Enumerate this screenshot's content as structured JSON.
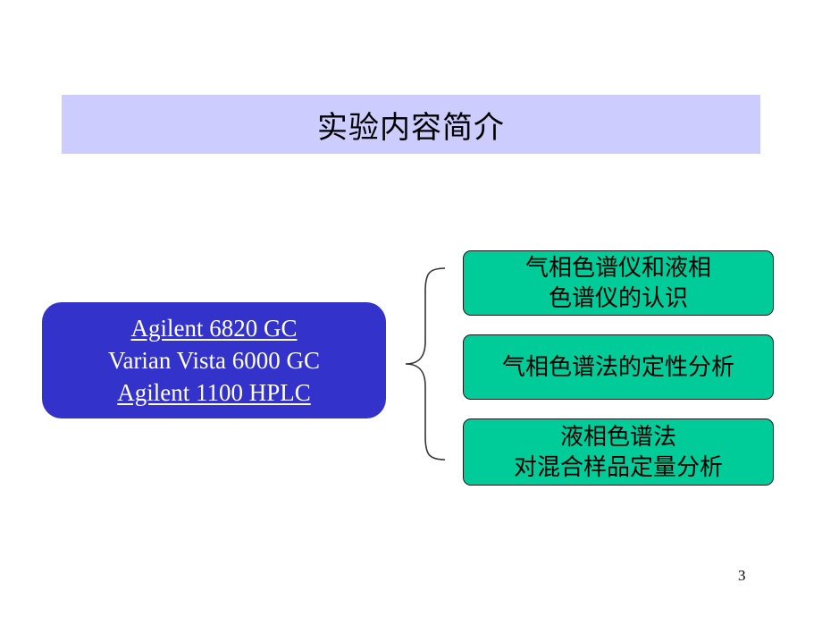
{
  "title": "实验内容简介",
  "instruments": [
    {
      "label": "Agilent 6820 GC",
      "underlined": true
    },
    {
      "label": "Varian Vista 6000 GC",
      "underlined": false
    },
    {
      "label": "Agilent 1100 HPLC",
      "underlined": true
    }
  ],
  "topics": [
    {
      "lines": [
        "气相色谱仪和液相",
        "色谱仪的认识"
      ]
    },
    {
      "lines": [
        "气相色谱法的定性分析"
      ]
    },
    {
      "lines": [
        "液相色谱法",
        "对混合样品定量分析"
      ]
    }
  ],
  "page_number": "3",
  "colors": {
    "title_bar": "#ccccff",
    "source_box": "#3333cc",
    "topic_box": "#00cc99"
  }
}
